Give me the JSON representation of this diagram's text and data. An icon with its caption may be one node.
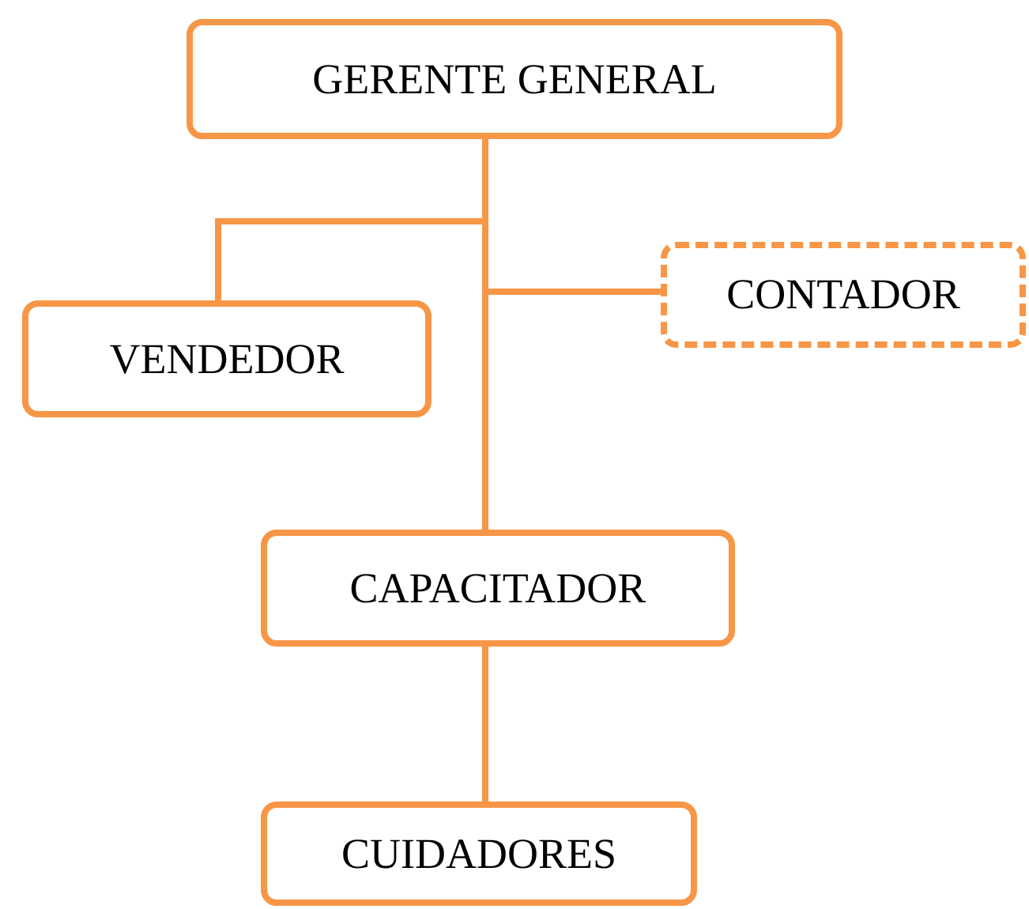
{
  "diagram": {
    "nodes": [
      {
        "text": [
          "GERENTE GENERAL"
        ]
      },
      {
        "text": [
          "VENDEDOR"
        ]
      },
      {
        "text": [
          "CONTADOR"
        ]
      },
      {
        "text": [
          "CAPACITADOR"
        ]
      },
      {
        "text": [
          "CUIDADORES"
        ]
      }
    ],
    "edges": [
      {
        "from": 0,
        "to": 1,
        "arrow": "none"
      },
      {
        "from": 0,
        "to": 2,
        "arrow": "none"
      },
      {
        "from": 0,
        "to": 3,
        "arrow": "none"
      },
      {
        "from": 3,
        "to": 4,
        "arrow": "none"
      }
    ]
  }
}
